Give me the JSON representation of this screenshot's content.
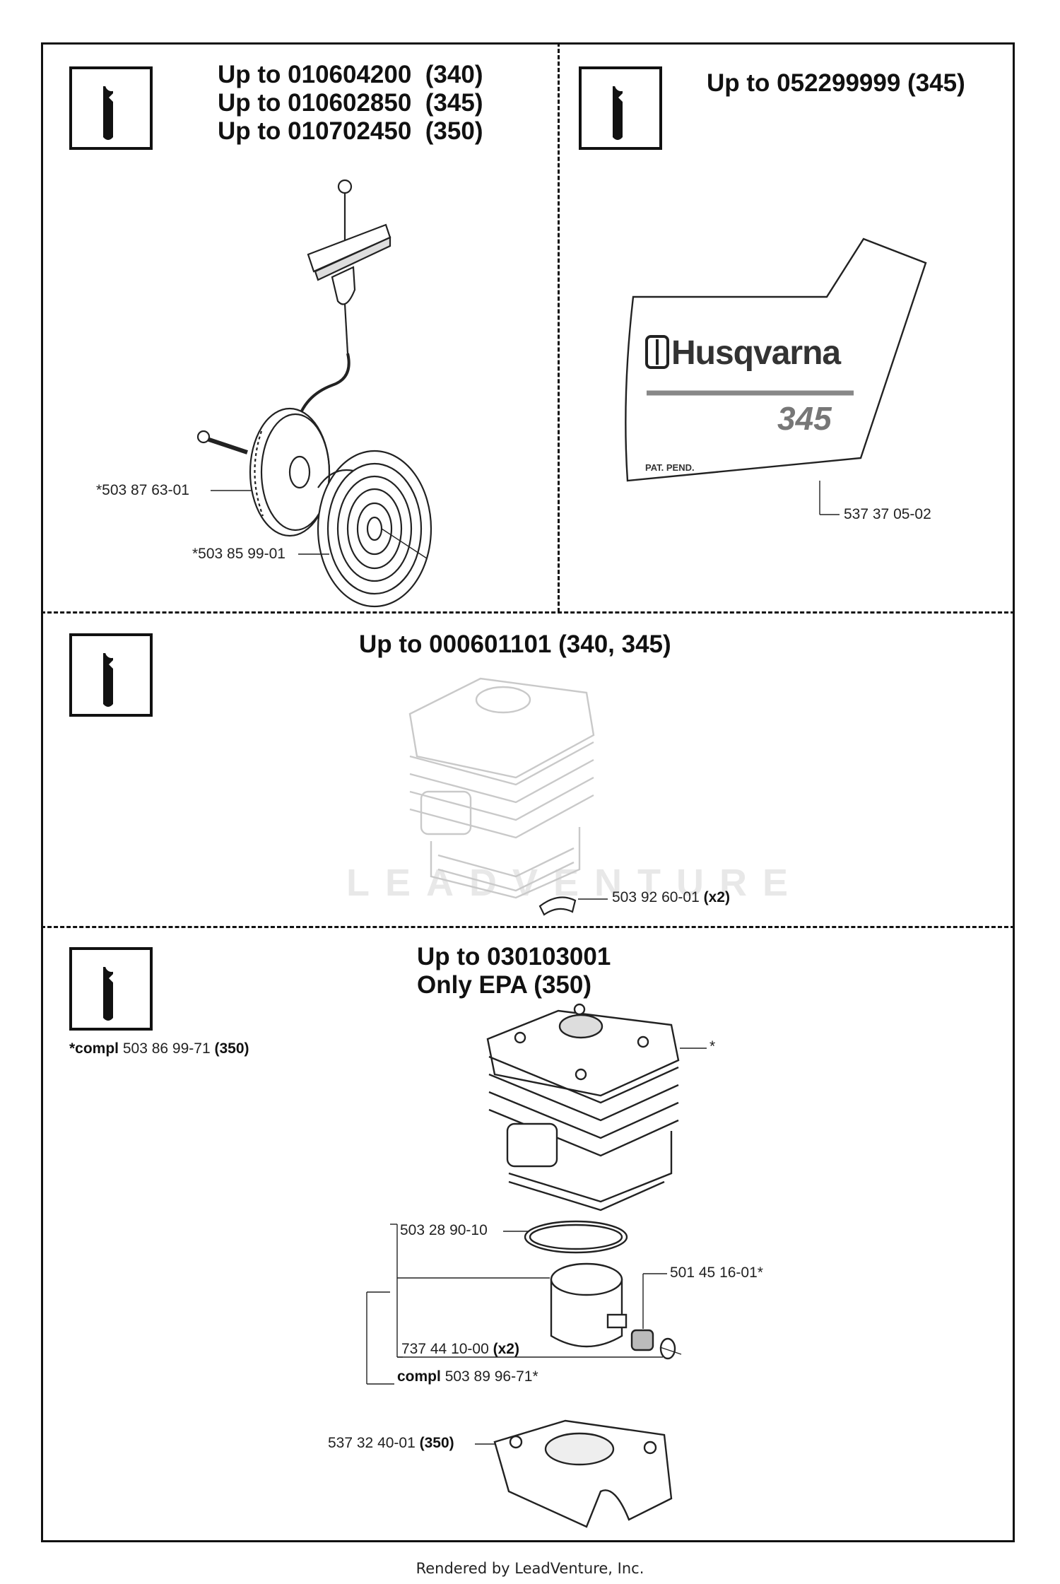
{
  "sections": {
    "recoil": {
      "headings": [
        "Up to 010604200  (340)",
        "Up to 010602850  (345)",
        "Up to 010702450  (350)"
      ],
      "labels": {
        "pulley": "*503 87 63-01",
        "spring": "*503 85 99-01"
      }
    },
    "cover": {
      "heading": "Up to 052299999 (345)",
      "decal": {
        "brand": "Husqvarna",
        "model": "345",
        "patent": "PAT. PEND."
      },
      "label": "537 37 05-02"
    },
    "gasket": {
      "heading": "Up to 000601101  (340, 345)",
      "label": {
        "part": "503 92 60-01",
        "qty": "(x2)"
      }
    },
    "cylinder": {
      "headings": [
        "Up to 030103001",
        "Only EPA (350)"
      ],
      "note": {
        "prefix": "*compl",
        "part": "503 86 99-71",
        "model": "(350)"
      },
      "cylinder_mark": "*",
      "ring": "503 28 90-10",
      "pin": "501 45 16-01*",
      "circlip": {
        "part": "737 44 10-00",
        "qty": "(x2)"
      },
      "kit": {
        "prefix": "compl",
        "part": "503 89 96-71*"
      },
      "crankcase": {
        "part": "537 32 40-01",
        "model": "(350)"
      }
    }
  },
  "watermark": "LEADVENTURE",
  "footer": "Rendered by LeadVenture, Inc."
}
